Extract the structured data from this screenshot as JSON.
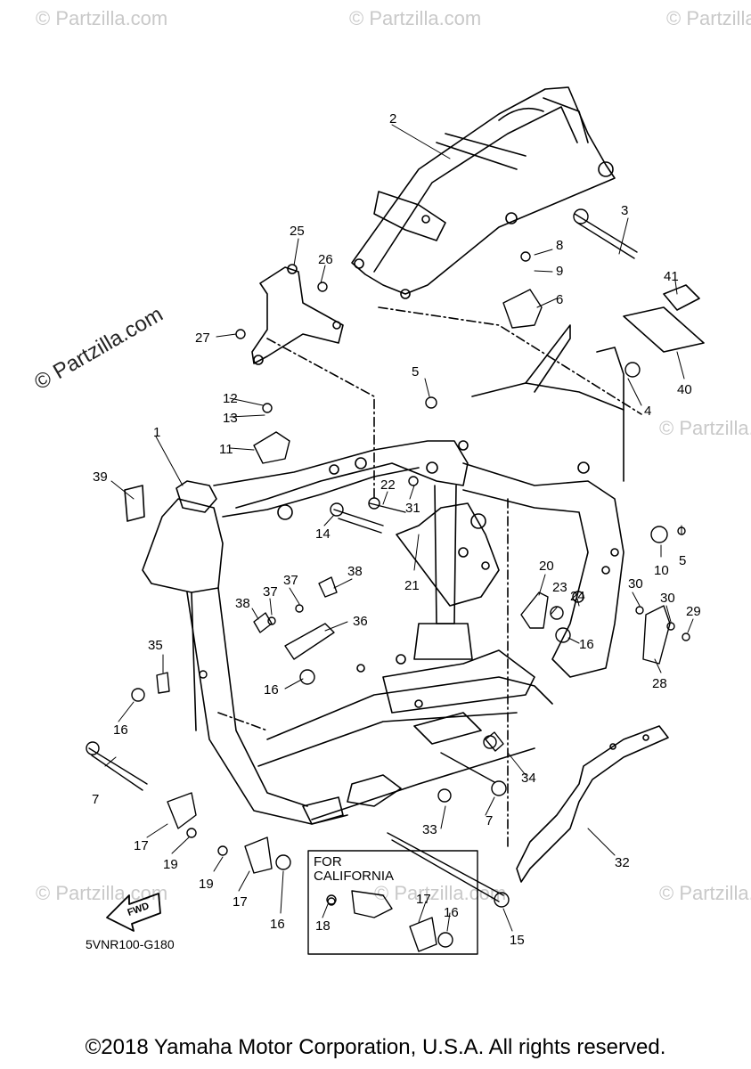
{
  "watermark_text": "© Partzilla.com",
  "diagram_code": "5VNR100-G180",
  "callout": {
    "line1": "FOR",
    "line2": "CALIFORNIA"
  },
  "fwd_label": "FWD",
  "copyright": "©2018 Yamaha Motor Corporation, U.S.A. All rights reserved.",
  "labels": {
    "p1": "1",
    "p2": "2",
    "p3": "3",
    "p4": "4",
    "p5a": "5",
    "p5b": "5",
    "p6": "6",
    "p7a": "7",
    "p7b": "7",
    "p8": "8",
    "p9": "9",
    "p10": "10",
    "p11": "11",
    "p12": "12",
    "p13": "13",
    "p14": "14",
    "p15": "15",
    "p16a": "16",
    "p16b": "16",
    "p16c": "16",
    "p16d": "16",
    "p16e": "16",
    "p17a": "17",
    "p17b": "17",
    "p17c": "17",
    "p18": "18",
    "p19a": "19",
    "p19b": "19",
    "p20": "20",
    "p21": "21",
    "p22": "22",
    "p23": "23",
    "p24": "24",
    "p25": "25",
    "p26": "26",
    "p27": "27",
    "p28": "28",
    "p29": "29",
    "p30a": "30",
    "p30b": "30",
    "p31": "31",
    "p32": "32",
    "p33": "33",
    "p34": "34",
    "p35": "35",
    "p36": "36",
    "p37a": "37",
    "p37b": "37",
    "p38a": "38",
    "p38b": "38",
    "p39": "39",
    "p40": "40",
    "p41": "41"
  }
}
